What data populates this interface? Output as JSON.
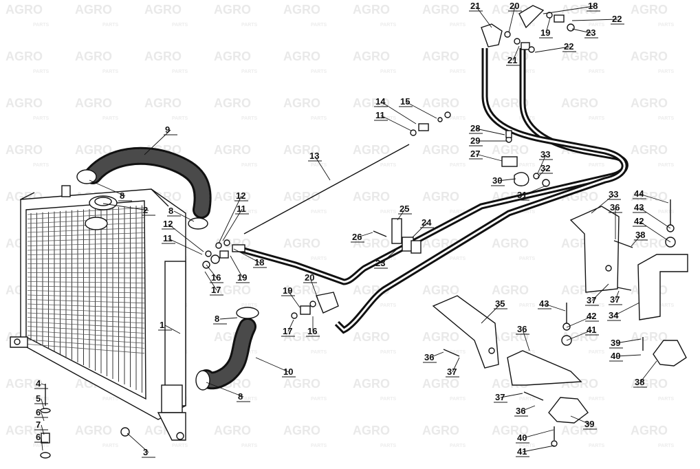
{
  "watermark": {
    "brand": "AGRO",
    "sub": "PARTS"
  },
  "callouts": [
    "1",
    "2",
    "3",
    "4",
    "5",
    "6",
    "6",
    "7",
    "8",
    "8",
    "8",
    "8",
    "9",
    "10",
    "11",
    "11",
    "11",
    "12",
    "12",
    "13",
    "14",
    "15",
    "16",
    "16",
    "17",
    "17",
    "18",
    "18",
    "19",
    "19",
    "19",
    "20",
    "20",
    "21",
    "21",
    "22",
    "22",
    "23",
    "23",
    "24",
    "25",
    "26",
    "27",
    "28",
    "29",
    "30",
    "31",
    "32",
    "33",
    "33",
    "34",
    "35",
    "36",
    "36",
    "36",
    "36",
    "37",
    "37",
    "37",
    "37",
    "38",
    "38",
    "39",
    "39",
    "40",
    "40",
    "41",
    "41",
    "42",
    "42",
    "43",
    "43",
    "44"
  ]
}
